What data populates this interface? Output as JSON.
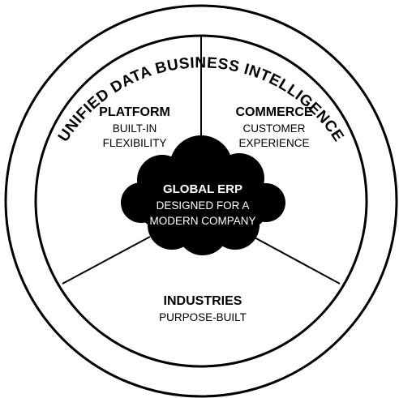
{
  "ring": {
    "label": "UNIFIED DATA BUSINESS INTELLIGENCE"
  },
  "segments": {
    "platform": {
      "title": "PLATFORM",
      "line1": "BUILT-IN",
      "line2": "FLEXIBILITY"
    },
    "commerce": {
      "title": "COMMERCE",
      "line1": "CUSTOMER",
      "line2": "EXPERIENCE"
    },
    "industries": {
      "title": "INDUSTRIES",
      "line1": "PURPOSE-BUILT"
    }
  },
  "center": {
    "title": "GLOBAL ERP",
    "line1": "DESIGNED FOR A",
    "line2": "MODERN COMPANY"
  },
  "colors": {
    "ink": "#000000",
    "paper": "#ffffff"
  }
}
